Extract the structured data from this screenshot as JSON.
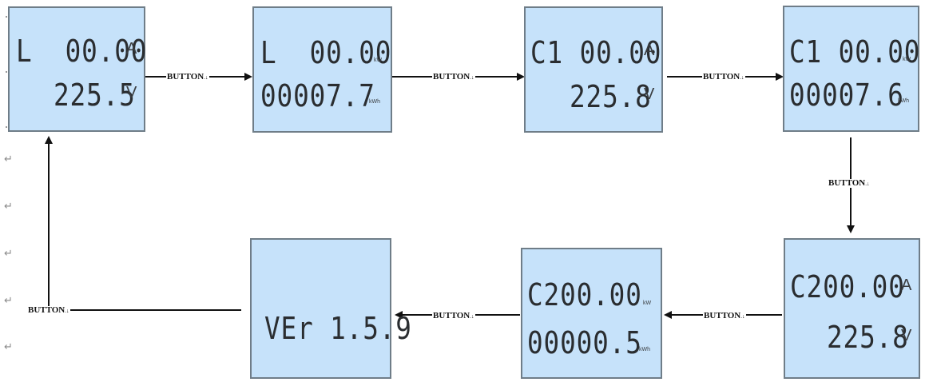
{
  "button_label": "BUTTON",
  "button_mark": ".↓",
  "paragraph_mark": "↵",
  "screens": [
    {
      "line1": "L  00.00",
      "unit1": "A",
      "line2": "225.5",
      "unit2": "V"
    },
    {
      "line1": "L  00.00",
      "unit1": "kW",
      "line2": "00007.7",
      "unit2": "kWh"
    },
    {
      "line1": "C1 00.00",
      "unit1": "A",
      "line2": "225.8",
      "unit2": "V"
    },
    {
      "line1": "C1 00.00",
      "unit1": "kW",
      "line2": "00007.6",
      "unit2": "kWh"
    },
    {
      "line1": "C200.00",
      "unit1": "A",
      "line2": "225.8",
      "unit2": "V"
    },
    {
      "line1": "C200.00",
      "unit1": "kW",
      "line2": "00000.5",
      "unit2": "kWh"
    },
    {
      "line1": "VEr 1.5.9"
    }
  ]
}
